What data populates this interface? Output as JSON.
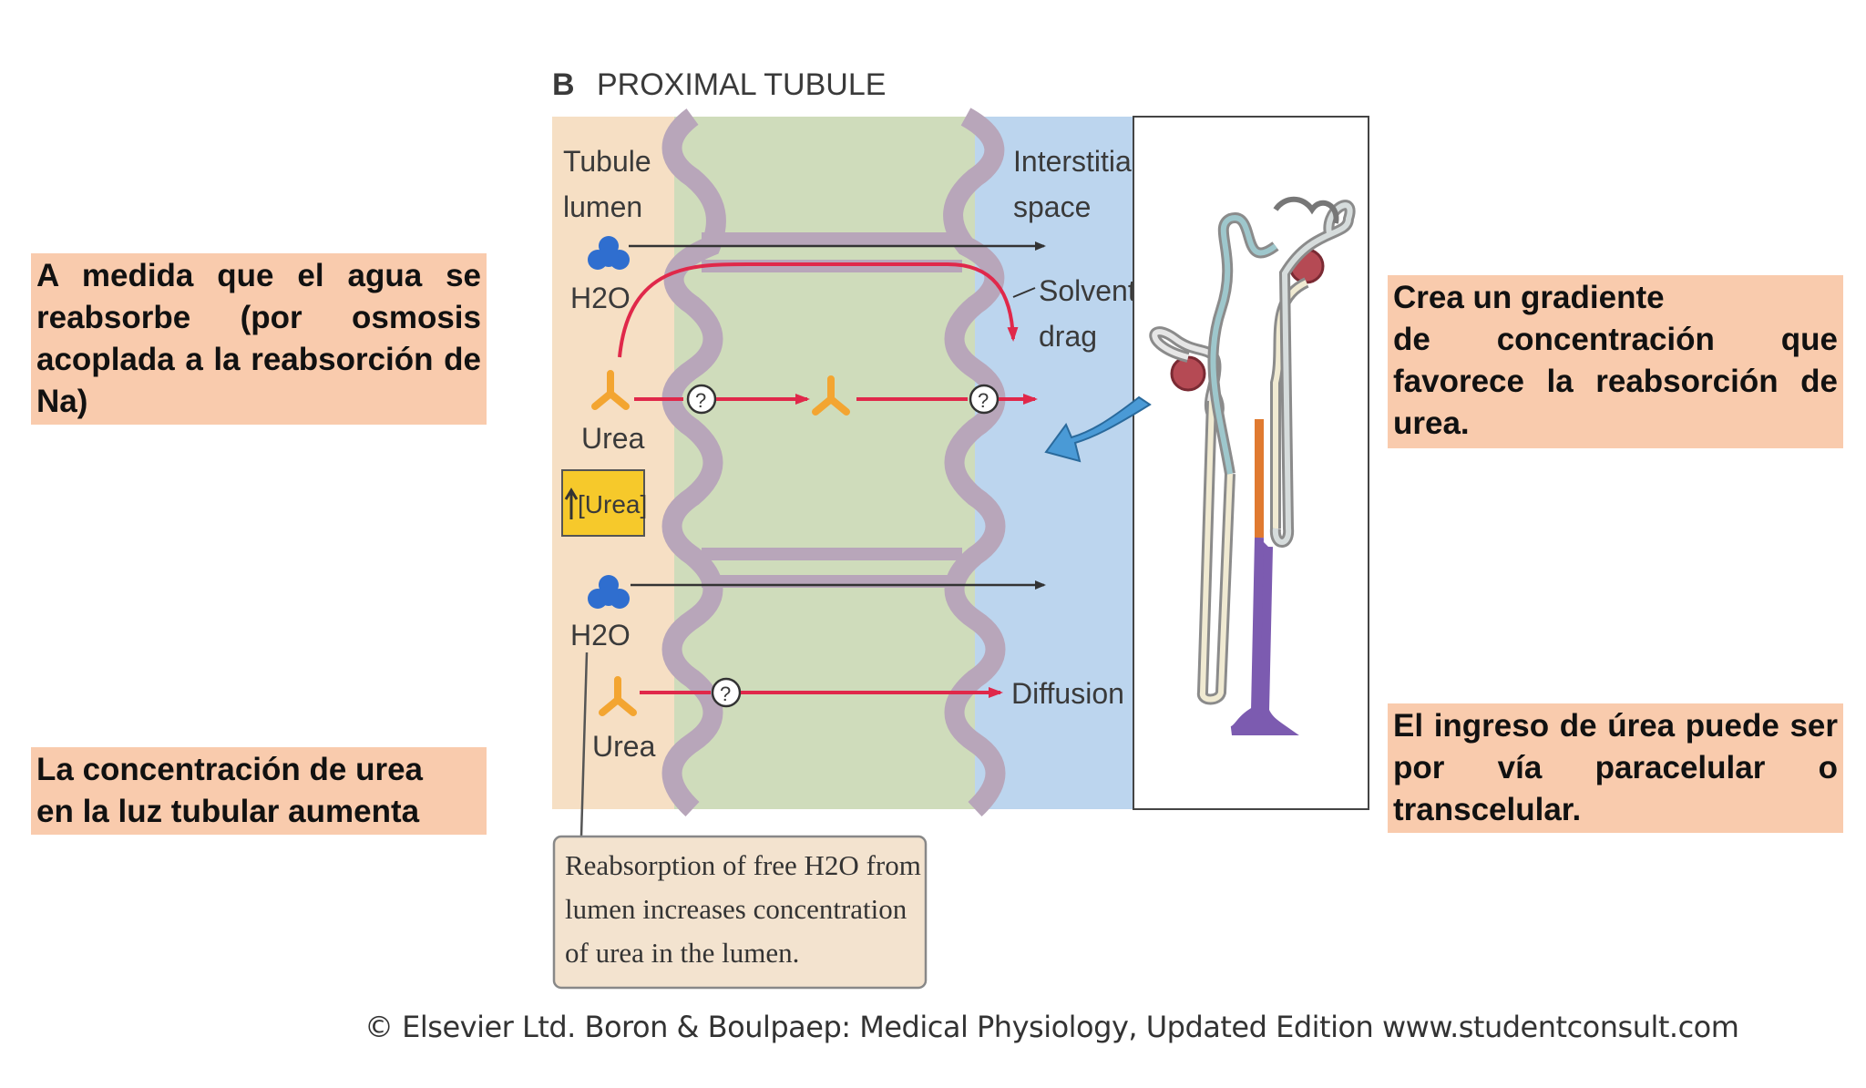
{
  "callouts": {
    "left_top": "A medida que el agua se reabsorbe (por osmosis acoplada a la reabsorción de Na)",
    "left_bottom_line1": "La concentración de urea",
    "left_bottom_line2": "en la luz tubular aumenta",
    "right_top_line1": "Crea un gradiente",
    "right_top_rest": "de concentración que favorece la reabsorción de urea.",
    "right_bottom": "El ingreso de úrea puede ser por vía paracelular o transcelular."
  },
  "figure": {
    "panel_letter": "B",
    "title": "PROXIMAL TUBULE",
    "tubule_lumen_line1": "Tubule",
    "tubule_lumen_line2": "lumen",
    "interstitial_line1": "Interstitial",
    "interstitial_line2": "space",
    "solvent_line1": "Solvent",
    "solvent_line2": "drag",
    "h2o_label": "H2O",
    "urea_label": "Urea",
    "urea_conc_label": "[Urea]",
    "diffusion_label": "Diffusion",
    "question_mark": "?",
    "note_line1": "Reabsorption of free H2O from",
    "note_line2": "lumen increases concentration",
    "note_line3": "of urea in the lumen."
  },
  "credit": "© Elsevier Ltd. Boron & Boulpaep: Medical Physiology, Updated Edition    www.studentconsult.com",
  "colors": {
    "callout_bg": "#f9cbad",
    "lumen_bg": "#f6dfc4",
    "cell_bg": "#cfdcbb",
    "interstitial_bg": "#bcd5ee",
    "membrane": "#b8a6ba",
    "arrow_red": "#e0284a",
    "h2o_blue": "#2f6ecf",
    "urea_orange": "#f3a531",
    "urea_box": "#f6c92b"
  }
}
